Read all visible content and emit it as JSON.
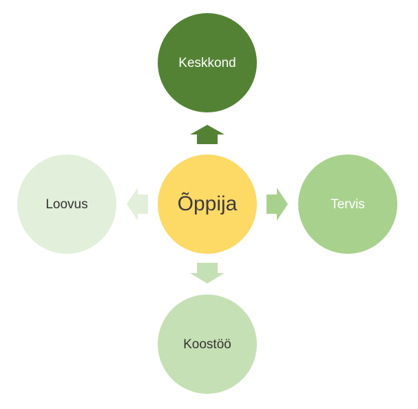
{
  "diagram": {
    "center": {
      "label": "Õppija",
      "color": "#fdd966"
    },
    "nodes": [
      {
        "id": "top",
        "label": "Keskkond",
        "color": "#548235"
      },
      {
        "id": "right",
        "label": "Tervis",
        "color": "#a9d18e"
      },
      {
        "id": "bottom",
        "label": "Koostöö",
        "color": "#c5e0b4"
      },
      {
        "id": "left",
        "label": "Loovus",
        "color": "#e2efda"
      }
    ],
    "arrows": [
      {
        "direction": "up",
        "color": "#548235"
      },
      {
        "direction": "right",
        "color": "#a9d18e"
      },
      {
        "direction": "down",
        "color": "#c5e0b4"
      },
      {
        "direction": "left",
        "color": "#e2efda"
      }
    ]
  }
}
